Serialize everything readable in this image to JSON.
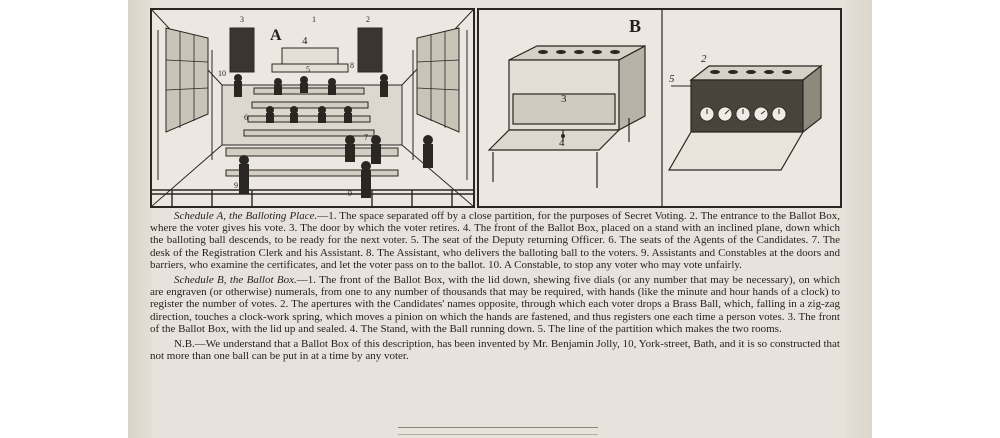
{
  "plate_a": {
    "letter": "A",
    "labels": [
      "1",
      "2",
      "3",
      "4",
      "5",
      "6",
      "7",
      "8",
      "9",
      "9",
      "10"
    ]
  },
  "plate_b": {
    "letter": "B",
    "labels": [
      "2",
      "3",
      "4",
      "5"
    ]
  },
  "schedule_a": {
    "title": "Schedule A, the Balloting Place.",
    "body": "—1. The space separated off by a close partition, for the purposes of Secret Voting. 2. The entrance to the Ballot Box, where the voter gives his vote. 3. The door by which the voter retires. 4. The front of the Ballot Box, placed on a stand with an inclined plane, down which the balloting ball descends, to be ready for the next voter. 5. The seat of the Deputy returning Officer. 6. The seats of the Agents of the Candidates. 7. The desk of the Registration Clerk and his Assistant. 8. The Assistant, who delivers the balloting ball to the voters. 9. Assistants and Constables at the doors and barriers, who examine the certificates, and let the voter pass on to the ballot. 10. A Constable, to stop any voter who may vote unfairly."
  },
  "schedule_b": {
    "title": "Schedule B, the Ballot Box.",
    "body": "—1. The front of the Ballot Box, with the lid down, shewing five dials (or any number that may be necessary), on which are engraven (or otherwise) numerals, from one to any number of thousands that may be required, with hands (like the minute and hour hands of a clock) to register the number of votes. 2. The apertures with the Candidates' names opposite, through which each voter drops a Brass Ball, which, falling in a zig-zag direction, touches a clock-work spring, which moves a pinion on which the hands are fastened, and thus registers one each time a person votes. 3. The front of the Ballot Box, with the lid up and sealed. 4. The Stand, with the Ball running down. 5. The line of the partition which makes the two rooms."
  },
  "note": {
    "title": "N.B.",
    "body": "—We understand that a Ballot Box of this description, has been invented by Mr. Benjamin Jolly, 10, York-street, Bath, and it is so constructed that not more than one ball can be put in at a time by any voter."
  }
}
